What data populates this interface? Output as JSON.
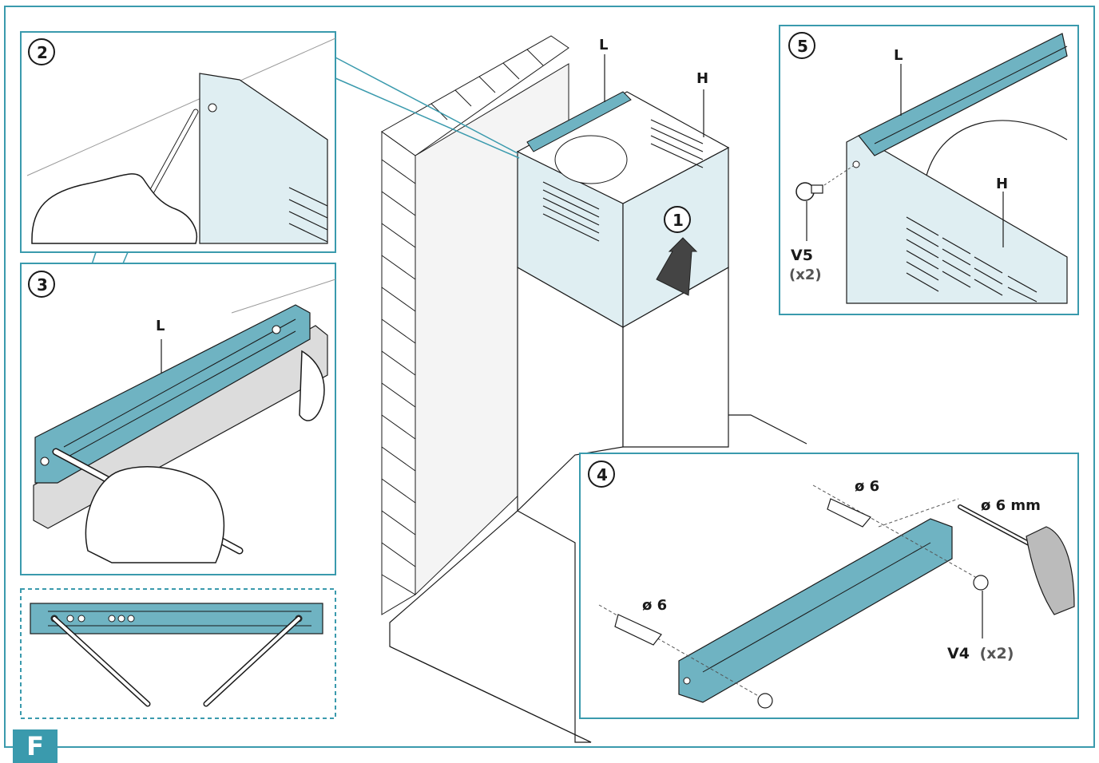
{
  "figure_letter": "F",
  "colors": {
    "accent": "#3a9aad",
    "part_fill": "#6fb3c2",
    "panel_fill": "#dfeef2",
    "line": "#1a1a1a",
    "wall": "#f2f2f2"
  },
  "main": {
    "label_bracket": "L",
    "label_hood": "H",
    "step_1": "1"
  },
  "panel_2": {
    "step": "2"
  },
  "panel_3": {
    "step": "3",
    "label_bracket": "L"
  },
  "panel_4": {
    "step": "4",
    "plug_upper": "ø 6",
    "plug_lower": "ø 6",
    "drill": "ø 6 mm",
    "screw_name": "V4",
    "screw_qty": "(x2)"
  },
  "panel_5": {
    "step": "5",
    "label_bracket": "L",
    "label_hood": "H",
    "screw_name": "V5",
    "screw_qty": "(x2)"
  }
}
